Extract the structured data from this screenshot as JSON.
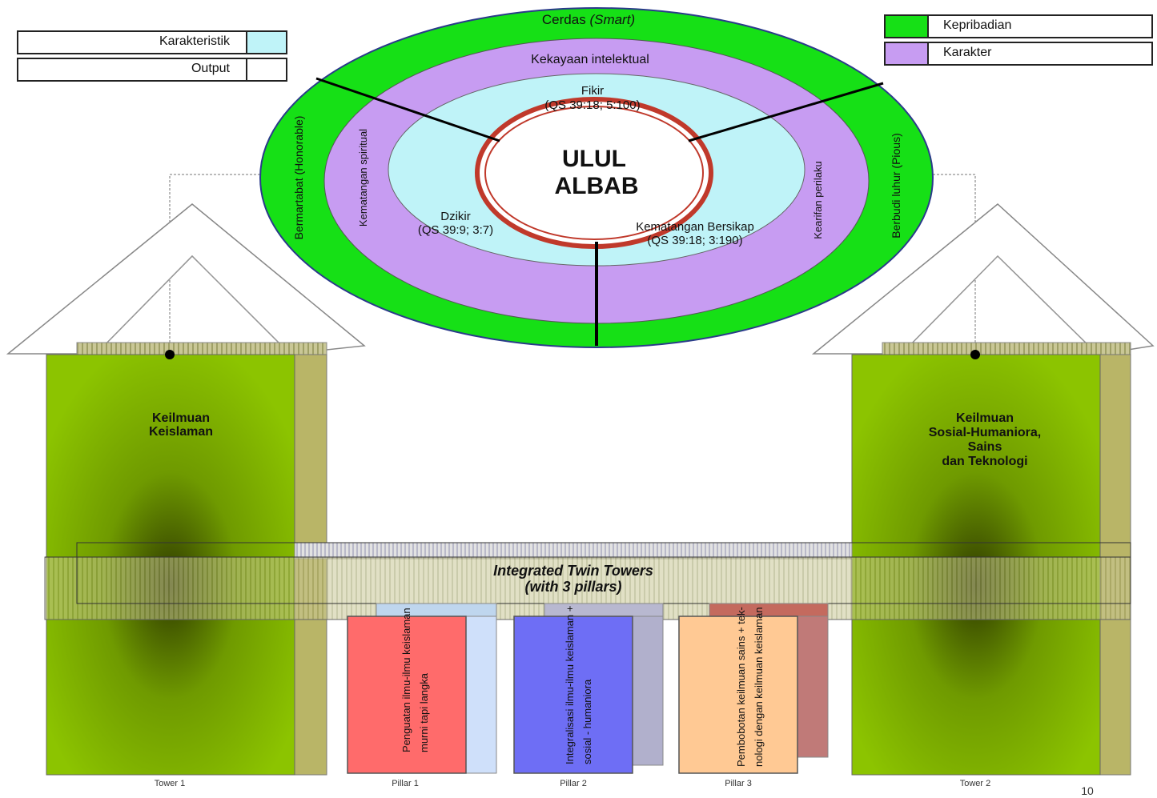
{
  "legend_left": [
    {
      "label": "Karakteristik",
      "color": "#bff3f8"
    },
    {
      "label": "Output",
      "color": "#ffffff"
    }
  ],
  "legend_right": [
    {
      "label": "Kepribadian",
      "color": "#16e016"
    },
    {
      "label": "Karakter",
      "color": "#c79cf2"
    }
  ],
  "circle": {
    "center_line1": "ULUL",
    "center_line2": "ALBAB",
    "outer_top": "Cerdas",
    "outer_top_italic": "(Smart)",
    "outer_left": "Bermartabat (Honorable)",
    "outer_right": "Berbudi luhur (Pious)",
    "middle_top": "Kekayaan intelektual",
    "middle_left": "Kematangan spiritual",
    "middle_right": "Kearifan perilaku",
    "inner_top_1": "Fikir",
    "inner_top_2": "(QS 39:18; 5:100)",
    "inner_left_1": "Dzikir",
    "inner_left_2": "(QS 39:9; 3:7)",
    "inner_right_1": "Kematangan Bersikap",
    "inner_right_2": "(QS 39:18; 3:190)"
  },
  "towers": {
    "tower1_line1": "Keilmuan",
    "tower1_line2": "Keislaman",
    "tower2_line1": "Keilmuan",
    "tower2_line2": "Sosial-Humaniora,",
    "tower2_line3": "Sains",
    "tower2_line4": "dan Teknologi",
    "bridge_line1": "Integrated Twin Towers",
    "bridge_line2": "(with 3 pillars)"
  },
  "pillars": {
    "p1_line1": "Penguatan ilmu-ilmu keislaman",
    "p1_line2": "murni tapi langka",
    "p2_line1": "Integralisasi ilmu-ilmu keislaman +",
    "p2_line2": "sosial - humaniora",
    "p3_line1": "Pembobotan keilmuan sains + tek-",
    "p3_line2": "nologi dengan keilmuan keislaman"
  },
  "captions": {
    "tower1": "Tower 1",
    "pillar1": "Pillar 1",
    "pillar2": "Pillar 2",
    "pillar3": "Pillar 3",
    "tower2": "Tower 2"
  },
  "page_number": "10",
  "colors": {
    "outer_ring": "#16e016",
    "middle_ring": "#c79cf2",
    "inner_ring": "#bff3f8",
    "core_border": "#c0392b",
    "tower": "#8cc400",
    "pillar1": "#ff6b6b",
    "pillar2": "#6e6ef5",
    "pillar3": "#ffc994"
  }
}
